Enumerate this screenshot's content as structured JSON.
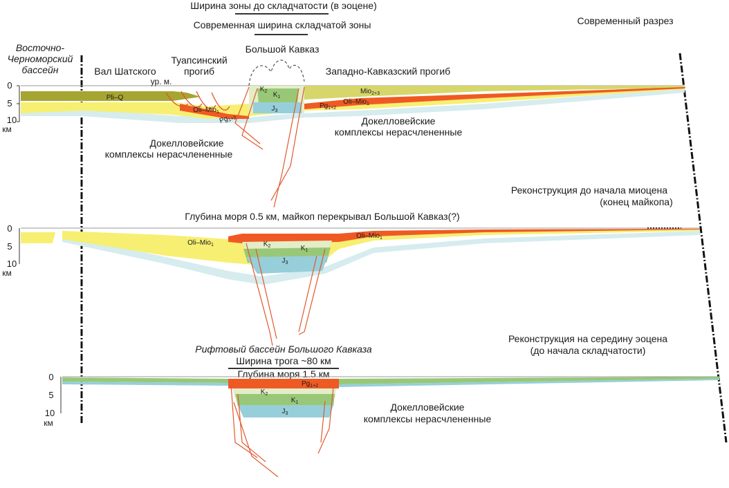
{
  "top_labels": {
    "width_before_folding": "Ширина зоны до складчатости (в эоцене)",
    "modern_width": "Современная ширина складчатой зоны",
    "modern_section": "Современный разрез"
  },
  "section1": {
    "east_black_sea_basin": [
      "Восточно-",
      "Черноморский",
      "бассейн"
    ],
    "shatsky_ridge": "Вал Шатского",
    "tuapse_trough": [
      "Туапсинский",
      "прогиб"
    ],
    "greater_caucasus": "Большой Кавказ",
    "west_caucasus_trough": "Западно-Кавказский прогиб",
    "sea_level": "ур. м.",
    "pli_q": "Pli–Q",
    "oli_mio_left": "Oli–Mio",
    "oli_mio_right": "Oli–Mio",
    "mio_23": "Mio",
    "pg_left": "Pg",
    "pg_right": "Pg",
    "k2": "K",
    "k1": "K",
    "j3": "J",
    "precallovian_left": [
      "Докелловейские",
      "комплексы нерасчлененные"
    ],
    "precallovian_right": [
      "Докелловейские",
      "комплексы нерасчлененные"
    ]
  },
  "section2": {
    "title": [
      "Реконструкция до начала миоцена",
      "(конец майкопа)"
    ],
    "note": "Глубина моря 0.5 км, майкоп перекрывал Большой Кавказ(?)",
    "oli_mio_left": "Oli–Mio",
    "oli_mio_right": "Oli–Mio",
    "k2": "K",
    "k1": "K",
    "j3": "J"
  },
  "section3": {
    "rift_title": "Рифтовый бассейн Большого Кавказа",
    "trough_width": "Ширина трога ~80 км",
    "sea_depth": "Глубина моря 1.5 км",
    "title": [
      "Реконструкция на середину эоцена",
      "(до начала складчатости)"
    ],
    "pg": "Pg",
    "k2": "K",
    "k1": "K",
    "j3": "J",
    "precallovian": [
      "Докелловейские",
      "комплексы нерасчлененные"
    ]
  },
  "subscripts": {
    "mio": "1",
    "mio23": "2+3",
    "pg": "1+2",
    "k2": "2",
    "k1": "1",
    "j3": "3"
  },
  "depth_axis": {
    "ticks": [
      "0",
      "5",
      "10"
    ],
    "unit": "км"
  },
  "colors": {
    "pli_q": "#a5a531",
    "mio_23": "#d6d66b",
    "oli_mio": "#f7ef72",
    "pg": "#ef5a24",
    "k2": "#e3edc8",
    "k1": "#98c877",
    "j3": "#96cfd9",
    "basement": "#d6ecef",
    "fault": "#e2572b"
  }
}
